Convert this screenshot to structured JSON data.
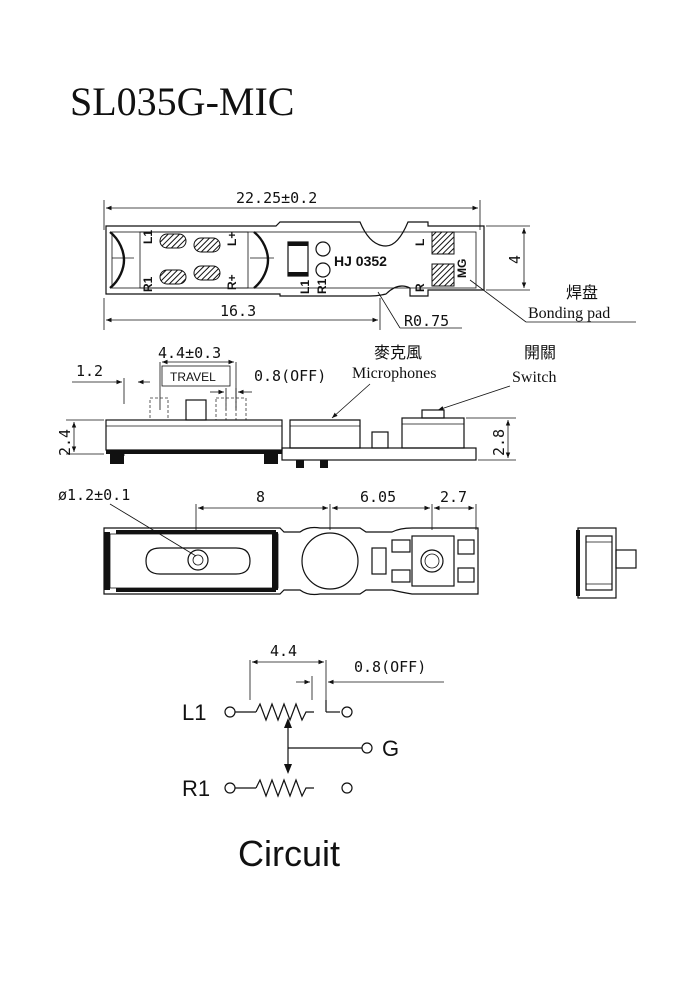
{
  "title": "SL035G-MIC",
  "top_view": {
    "dim_length": "22.25±0.2",
    "dim_height": "4",
    "dim_left": "16.3",
    "dim_radius": "R0.75",
    "pad_labels": [
      "L1",
      "L+",
      "R1",
      "R+",
      "L1",
      "R1",
      "R",
      "L",
      "MG"
    ],
    "chip_marking": "HJ 0352",
    "bonding_cn": "焊盘",
    "bonding_en": "Bonding pad"
  },
  "side_view": {
    "dim_offset": "1.2",
    "dim_travel": "4.4±0.3",
    "travel_label": "TRAVEL",
    "dim_off": "0.8(OFF)",
    "mic_cn": "麥克風",
    "mic_en": "Microphones",
    "switch_cn": "開關",
    "switch_en": "Switch",
    "dim_h_left": "2.4",
    "dim_h_right": "2.8"
  },
  "bottom_view": {
    "dim_hole": "ø1.2±0.1",
    "dim_a": "8",
    "dim_b": "6.05",
    "dim_c": "2.7"
  },
  "circuit": {
    "dim_travel": "4.4",
    "dim_off": "0.8(OFF)",
    "label_l1": "L1",
    "label_g": "G",
    "label_r1": "R1",
    "caption": "Circuit"
  }
}
